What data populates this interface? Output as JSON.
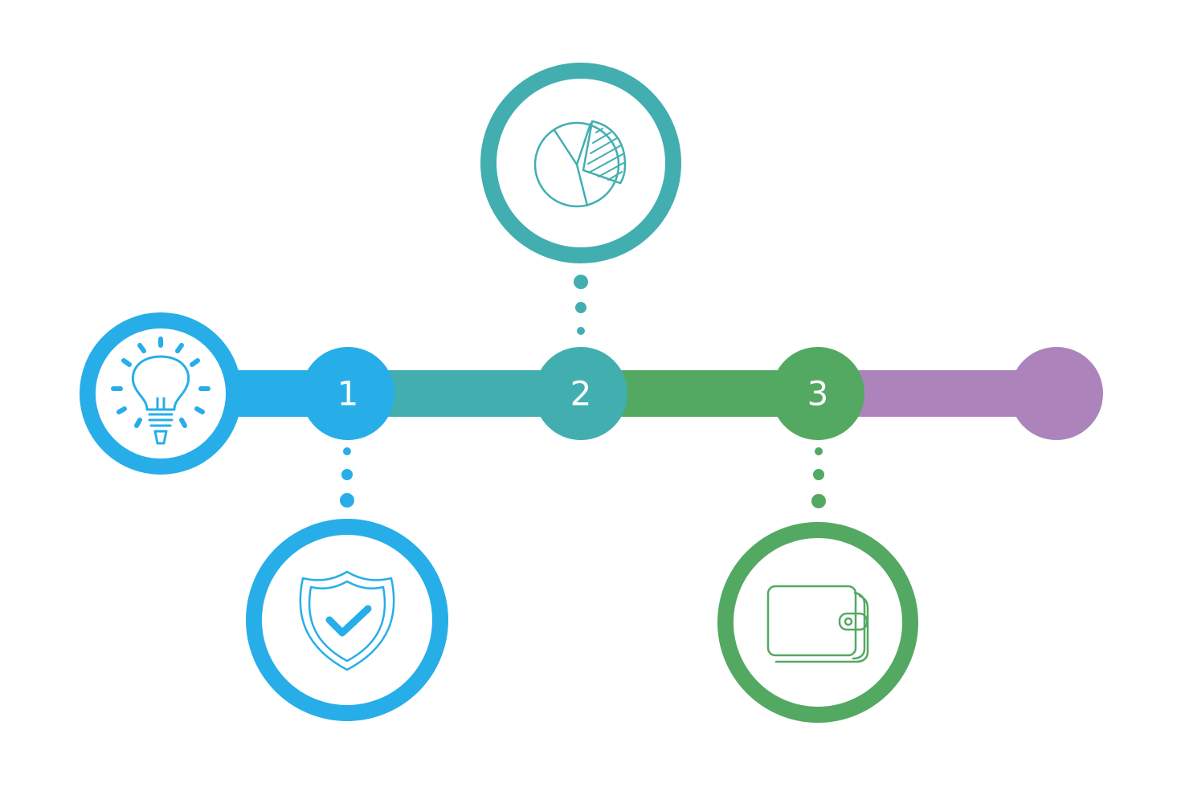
{
  "colors": {
    "background": "#ffffff",
    "blue": "#27aee8",
    "teal": "#42aeb0",
    "green": "#53a962",
    "purple": "#ac84bb"
  },
  "steps": [
    {
      "number": "1",
      "color": "#27aee8",
      "icon": "shield-check-icon"
    },
    {
      "number": "2",
      "color": "#42aeb0",
      "icon": "pie-chart-icon"
    },
    {
      "number": "3",
      "color": "#53a962",
      "icon": "wallet-icon"
    }
  ],
  "start": {
    "icon": "lightbulb-icon",
    "color": "#27aee8"
  },
  "end": {
    "color": "#ac84bb"
  }
}
